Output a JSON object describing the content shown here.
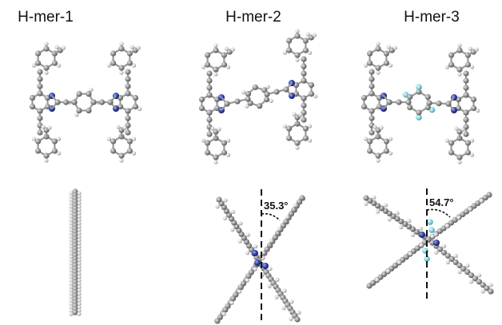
{
  "titles": [
    "H-mer-1",
    "H-mer-2",
    "H-mer-3"
  ],
  "angles": [
    "35.3°",
    "54.7°"
  ],
  "colors": {
    "carbon": "#8a8a8a",
    "hydrogen": "#d2d2d2",
    "nitrogen": "#2d3ea6",
    "fluorine": "#7fd3e0",
    "bond": "#9a9a9a",
    "dashed_axis": "#111111"
  }
}
